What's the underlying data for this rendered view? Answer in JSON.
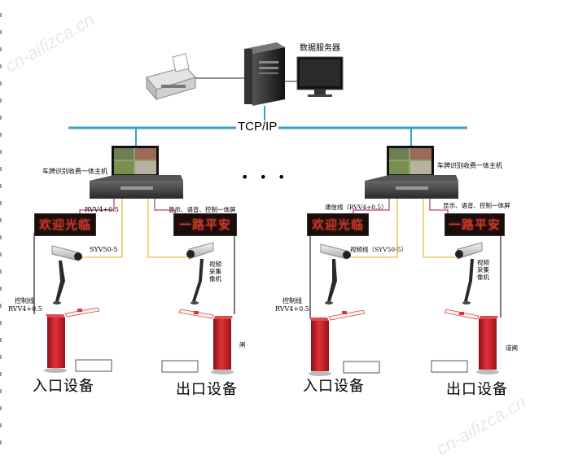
{
  "network": {
    "label": "TCP/IP"
  },
  "server": {
    "label": "数据服务器"
  },
  "ellipsis": "• • •",
  "left_station": {
    "host_label": "车牌识别收费一体主机",
    "cable_top_left": "RVV4+0.5",
    "cable_top_right": "显示、语音、控制一体屏",
    "led_entry": "欢迎光临",
    "led_exit": "一路平安",
    "video_cable": "SYV50-5",
    "camera_label": "视频采集像机",
    "control_cable_title": "控制线",
    "control_cable_spec": "RVV4+0.5",
    "gate_label": "闸",
    "entry_label": "入口设备",
    "exit_label": "出口设备"
  },
  "right_station": {
    "host_label": "车牌识别收费一体主机",
    "cable_top_left": "通信线（RVV4+0.5）",
    "cable_top_right": "显示、语音、控制一体屏",
    "led_entry": "欢迎光临",
    "led_exit": "一路平安",
    "video_cable": "视频线（SYV50-5）",
    "camera_label": "视频采集像机",
    "control_cable_title": "控制线",
    "control_cable_spec": "RVV4+0.5",
    "gate_label": "道闸",
    "entry_label": "入口设备",
    "exit_label": "出口设备"
  },
  "watermark": "cn-aifizca.cn",
  "colors": {
    "network_line": "#3aa0c8",
    "cable_pink": "#c0407a",
    "cable_yellow": "#e8c040",
    "gate_red": "#c8202a",
    "led_text": "#d23a2a"
  }
}
